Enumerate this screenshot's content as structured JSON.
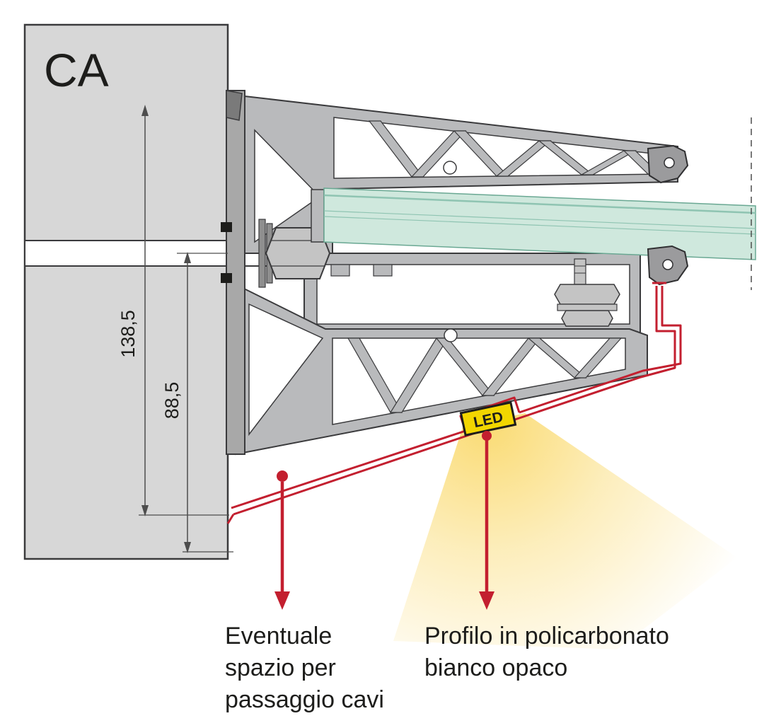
{
  "diagram": {
    "wall_label": "CA",
    "dim_main": "138,5",
    "dim_secondary": "88,5",
    "led_label": "LED",
    "note_cable": {
      "line1": "Eventuale",
      "line2": "spazio per",
      "line3": "passaggio cavi"
    },
    "note_profile": {
      "line1": "Profilo in policarbonato",
      "line2": "bianco opaco"
    },
    "colors": {
      "red": "#c31f2f",
      "led_yellow": "#f2d600",
      "beam_yellow": "#f7c51e",
      "glass": "#cfe8dd",
      "glass_line": "#8fc4b2",
      "aluminum": "#b9babc",
      "aluminum_dark": "#9b9b9d",
      "wall": "#d7d7d7",
      "outline": "#3a3a3c",
      "text": "#1d1d1b"
    }
  }
}
